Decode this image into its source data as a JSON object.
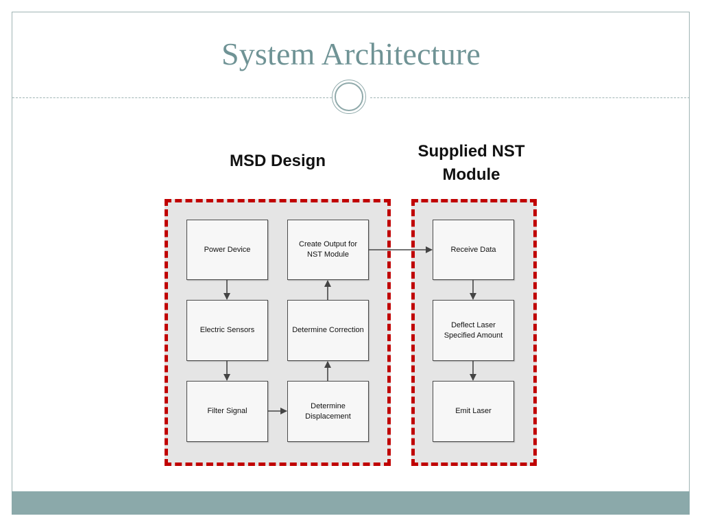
{
  "slide": {
    "title": "System Architecture",
    "colors": {
      "title": "#6f9395",
      "footer": "#8ba9aa",
      "group_border": "#c00000",
      "group_fill": "#e5e5e5"
    }
  },
  "diagram": {
    "msd_label": "MSD Design",
    "nst_label_line1": "Supplied NST",
    "nst_label_line2": "Module",
    "boxes": {
      "power_device": "Power Device",
      "electric_sensors": "Electric Sensors",
      "filter_signal": "Filter Signal",
      "create_output": "Create Output for NST Module",
      "determine_correction": "Determine Correction",
      "determine_displacement": "Determine Displacement",
      "receive_data": "Receive Data",
      "deflect_laser": "Deflect Laser Specified Amount",
      "emit_laser": "Emit Laser"
    },
    "connections": [
      [
        "power_device",
        "electric_sensors"
      ],
      [
        "electric_sensors",
        "filter_signal"
      ],
      [
        "filter_signal",
        "determine_displacement"
      ],
      [
        "determine_displacement",
        "determine_correction"
      ],
      [
        "determine_correction",
        "create_output"
      ],
      [
        "create_output",
        "receive_data"
      ],
      [
        "receive_data",
        "deflect_laser"
      ],
      [
        "deflect_laser",
        "emit_laser"
      ]
    ]
  }
}
